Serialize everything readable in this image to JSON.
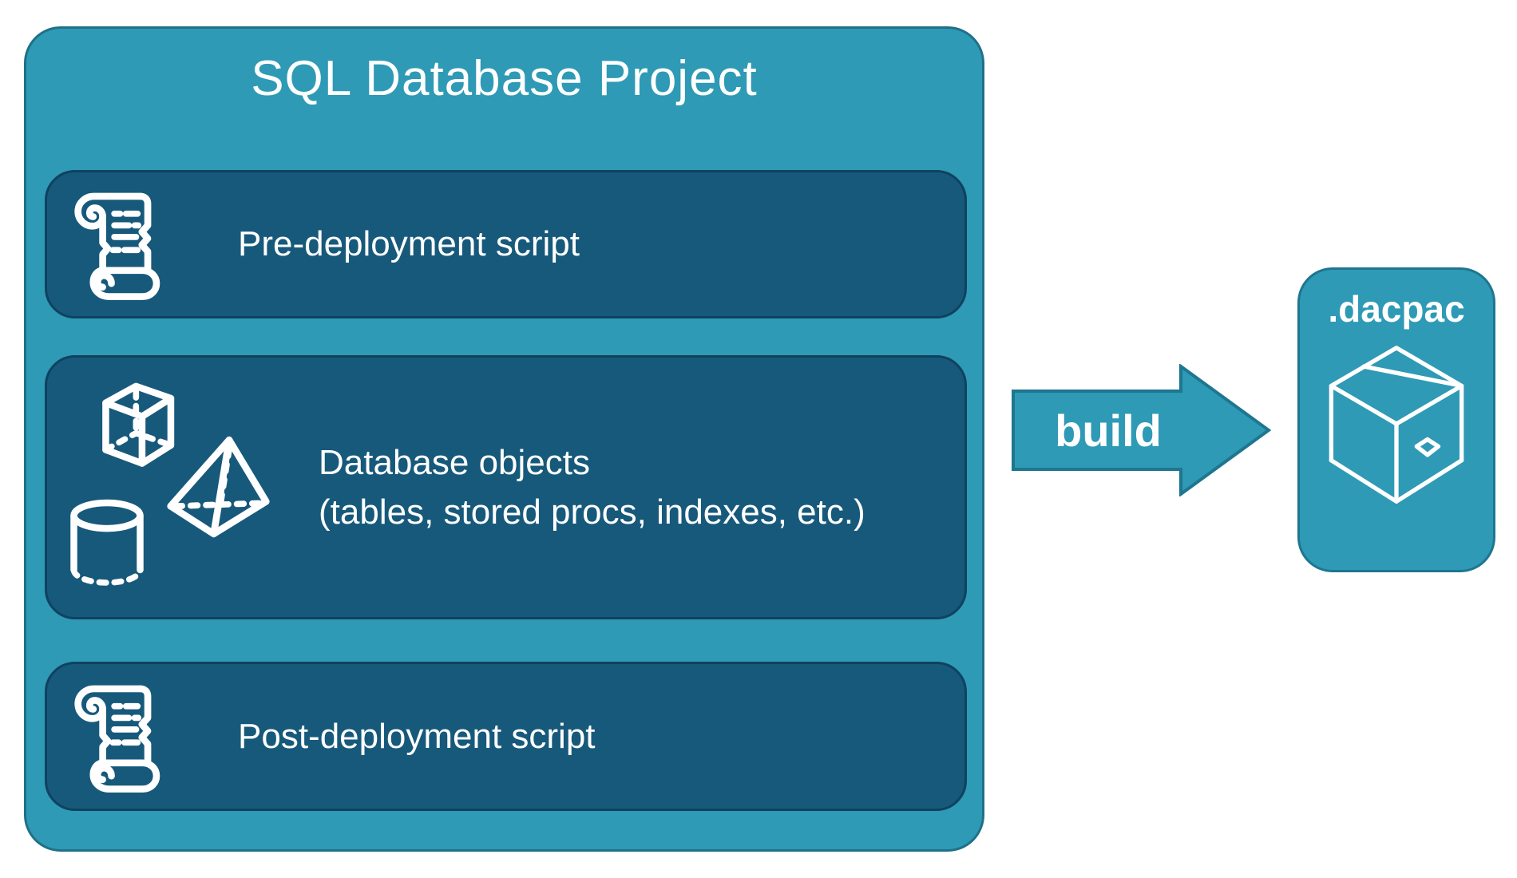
{
  "diagram": {
    "project": {
      "title": "SQL Database Project",
      "pre_deployment": {
        "label": "Pre-deployment script",
        "icon": "scroll-icon"
      },
      "database_objects": {
        "label_line1": "Database objects",
        "label_line2": "(tables, stored procs, indexes, etc.)",
        "icons": [
          "cube-icon",
          "pyramid-icon",
          "cylinder-icon"
        ]
      },
      "post_deployment": {
        "label": "Post-deployment script",
        "icon": "scroll-icon"
      }
    },
    "build_arrow": {
      "label": "build"
    },
    "dacpac": {
      "label": ".dacpac",
      "icon": "package-icon"
    },
    "colors": {
      "teal": "#2E9AB5",
      "teal_border": "#1E7690",
      "dark_blue": "#17597B",
      "dark_blue_border": "#0F4260",
      "text": "#FFFFFF",
      "background": "#FFFFFF"
    }
  }
}
